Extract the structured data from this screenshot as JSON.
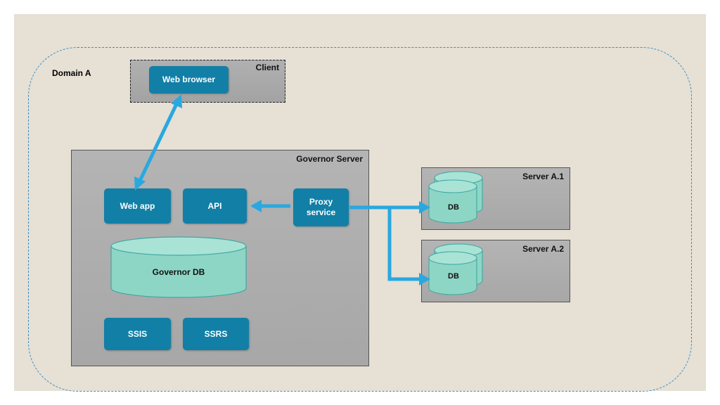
{
  "domain_label": "Domain A",
  "client": {
    "label": "Client",
    "web_browser": "Web browser"
  },
  "governor_server": {
    "label": "Governor Server",
    "web_app": "Web app",
    "api": "API",
    "proxy_service": "Proxy service",
    "governor_db": "Governor DB",
    "ssis": "SSIS",
    "ssrs": "SSRS"
  },
  "servers": [
    {
      "label": "Server A.1",
      "db": "DB"
    },
    {
      "label": "Server A.2",
      "db": "DB"
    }
  ],
  "colors": {
    "background": "#e6e0d5",
    "component_blue": "#127fa6",
    "database_teal": "#8dd6c5",
    "arrow_blue": "#29a8e0",
    "domain_border": "#3a8ec4"
  }
}
